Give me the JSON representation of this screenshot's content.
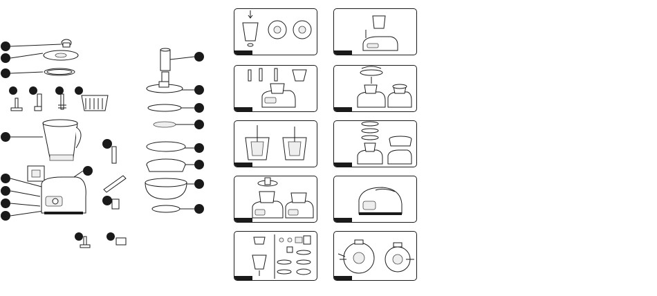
{
  "figure": {
    "parts_overview": {
      "left_column_callouts": 12,
      "right_column_callouts": 8
    },
    "steps": [
      {
        "id": "step-1",
        "description_icon": "jug-blade-assembly"
      },
      {
        "id": "step-2",
        "description_icon": "jug-on-base"
      },
      {
        "id": "step-3",
        "description_icon": "accessories-on-machine"
      },
      {
        "id": "step-4",
        "description_icon": "lid-locking"
      },
      {
        "id": "step-5",
        "description_icon": "basket-insertion"
      },
      {
        "id": "step-6",
        "description_icon": "steamer-stacking"
      },
      {
        "id": "step-7",
        "description_icon": "food-processor-attachment"
      },
      {
        "id": "step-8",
        "description_icon": "base-unit-display"
      },
      {
        "id": "step-9",
        "description_icon": "accessory-layout"
      },
      {
        "id": "step-10",
        "description_icon": "lid-lock-detail"
      }
    ],
    "colors": {
      "ink": "#1a1a1a",
      "paper": "#ffffff",
      "shade": "#eeeeee"
    }
  }
}
